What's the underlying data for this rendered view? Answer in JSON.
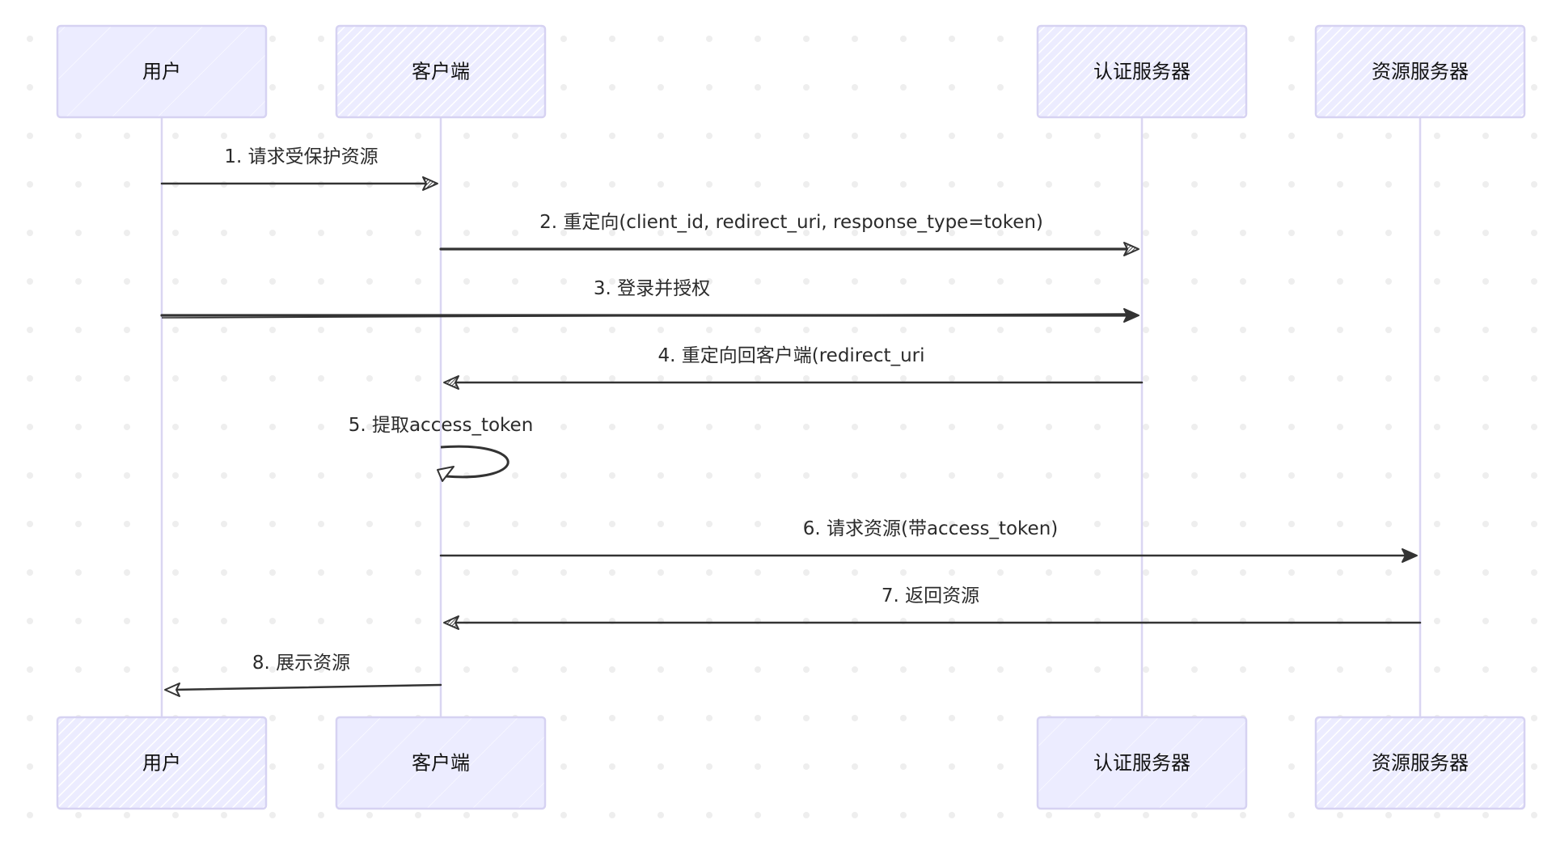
{
  "diagram": {
    "type": "sequence",
    "colors": {
      "actor_fill": "#ECECFF",
      "actor_border": "#D6D2F2",
      "lifeline": "#DAD6F2",
      "arrow": "#333333",
      "grid_dot": "#EEEEEE"
    },
    "actors": [
      {
        "id": "user",
        "label": "用户",
        "top_style": "solid",
        "bottom_style": "hatched"
      },
      {
        "id": "client",
        "label": "客户端",
        "top_style": "hatched",
        "bottom_style": "solid"
      },
      {
        "id": "auth",
        "label": "认证服务器",
        "top_style": "hatched",
        "bottom_style": "solid"
      },
      {
        "id": "resource",
        "label": "资源服务器",
        "top_style": "hatched",
        "bottom_style": "hatched"
      }
    ],
    "messages": [
      {
        "from": "user",
        "to": "client",
        "label": "1. 请求受保护资源",
        "head": "hatched"
      },
      {
        "from": "client",
        "to": "auth",
        "label": "2. 重定向(client_id, redirect_uri, response_type=token)",
        "head": "hatched"
      },
      {
        "from": "user",
        "to": "auth",
        "label": "3. 登录并授权",
        "head": "filled"
      },
      {
        "from": "auth",
        "to": "client",
        "label": "4. 重定向回客户端(redirect_uri",
        "head": "hatched"
      },
      {
        "from": "client",
        "to": "client",
        "label": "5. 提取access_token",
        "head": "open"
      },
      {
        "from": "client",
        "to": "resource",
        "label": "6. 请求资源(带access_token)",
        "head": "filled"
      },
      {
        "from": "resource",
        "to": "client",
        "label": "7. 返回资源",
        "head": "hatched"
      },
      {
        "from": "client",
        "to": "user",
        "label": "8. 展示资源",
        "head": "open"
      }
    ]
  }
}
